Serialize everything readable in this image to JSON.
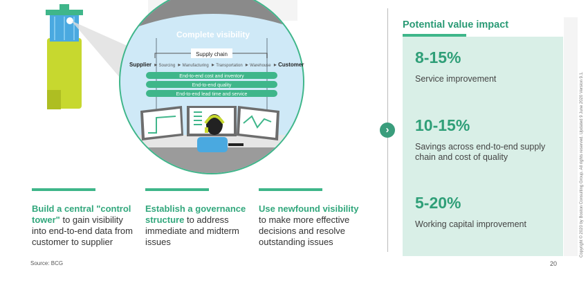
{
  "illustration": {
    "banner": "Complete visibility",
    "supply_chain_label": "Supply chain",
    "chain": {
      "start": "Supplier",
      "stages": [
        "Sourcing",
        "Manufacturing",
        "Transportation",
        "Warehouse"
      ],
      "end": "Customer"
    },
    "kpi_bars": [
      "End-to-end cost and inventory",
      "End-to-end quality",
      "End-to-end lead time and service"
    ]
  },
  "steps": [
    {
      "highlight": "Build a central \"control tower\"",
      "rest": " to gain visibility into end-to-end data from customer to supplier"
    },
    {
      "highlight": "Establish a governance structure",
      "rest": " to address immediate and midterm issues"
    },
    {
      "highlight": "Use newfound visibility",
      "rest": " to make more effective decisions and resolve outstanding issues"
    }
  ],
  "value_panel": {
    "title": "Potential value impact",
    "metrics": [
      {
        "value": "8-15%",
        "label": "Service improvement"
      },
      {
        "value": "10-15%",
        "label": "Savings across end-to-end supply chain and cost of quality"
      },
      {
        "value": "5-20%",
        "label": "Working capital improvement"
      }
    ]
  },
  "footer": {
    "source": "Source: BCG",
    "page": "20",
    "copyright": "Copyright © 2020 by Boston Consulting Group. All rights reserved. Updated 9 June 2020 Version 9.1."
  },
  "colors": {
    "accent": "#3fb68a",
    "panel": "#d9efe7",
    "tower": "#c7d82f",
    "glass": "#4aa9e0"
  }
}
